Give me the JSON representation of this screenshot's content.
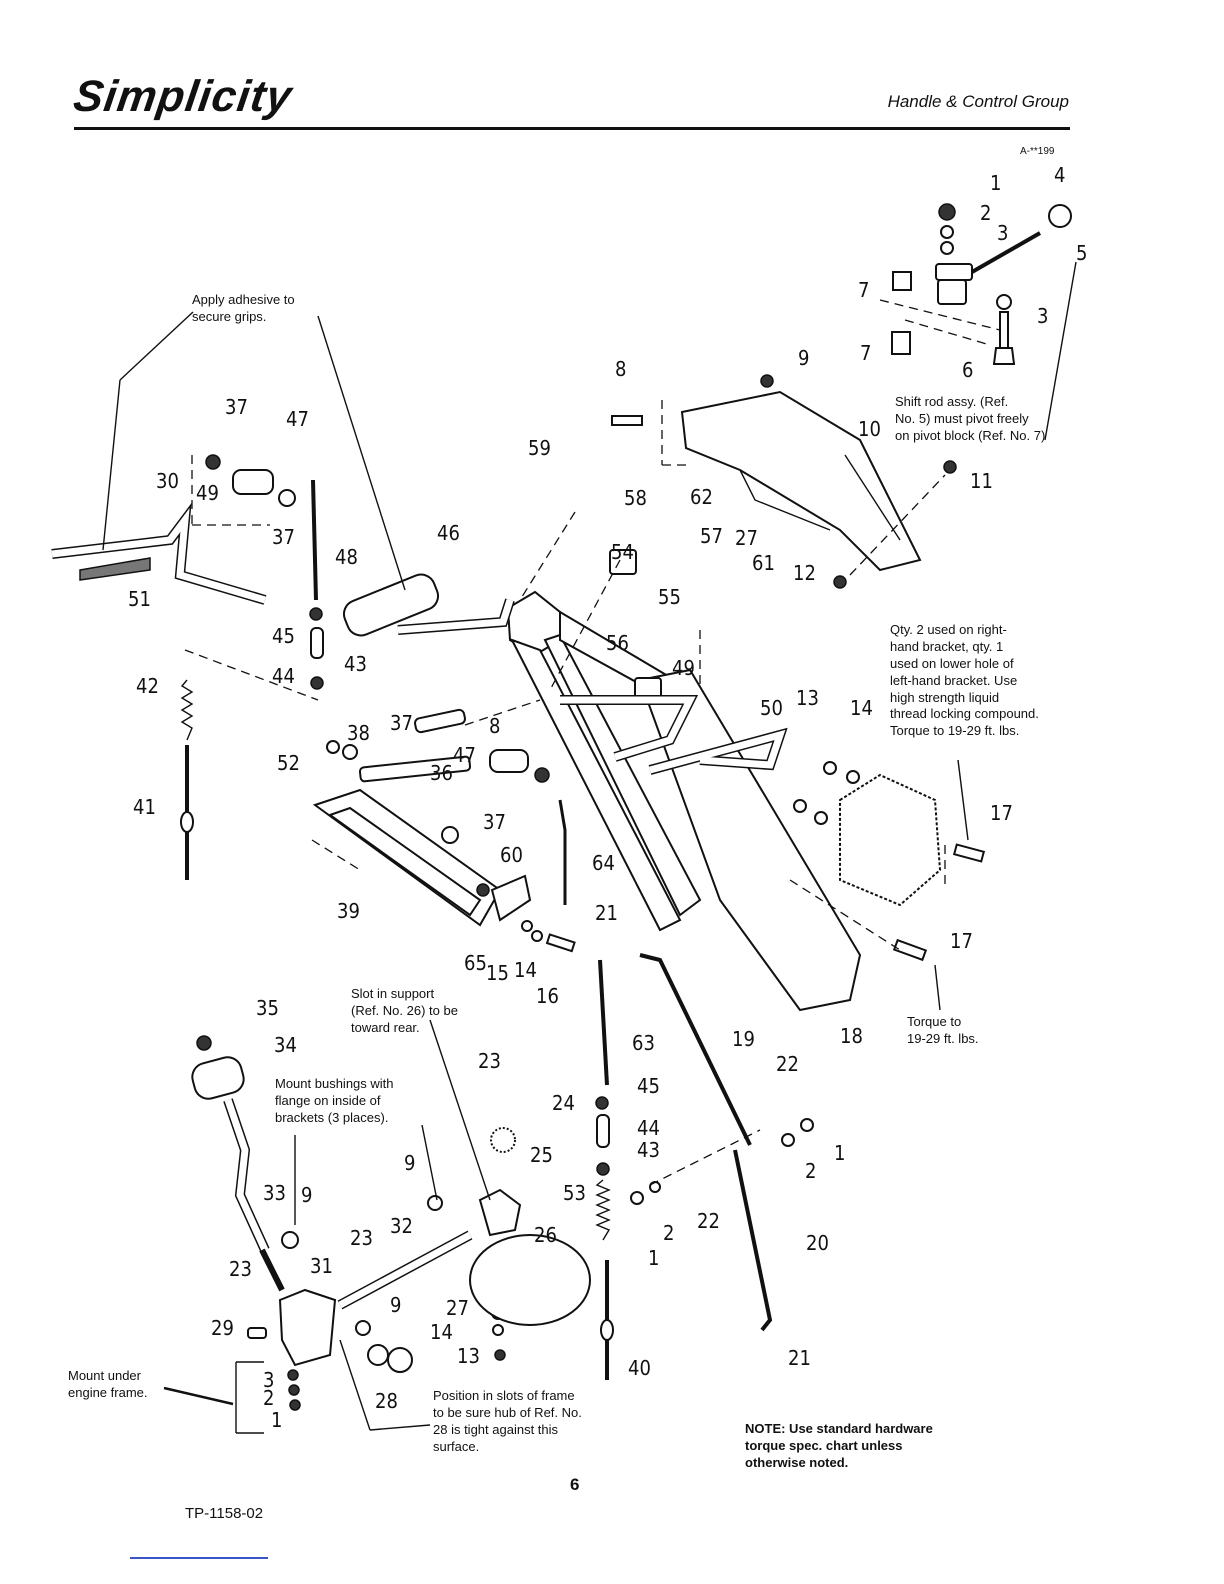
{
  "header": {
    "brand": "Simplicity",
    "section_title": "Handle & Control Group",
    "figure_code": "A-**199"
  },
  "notes": {
    "grips": "Apply adhesive to\nsecure grips.",
    "shift_rod": "Shift rod assy. (Ref.\nNo. 5) must pivot freely\non pivot block (Ref. No. 7)",
    "bracket_qty": "Qty. 2 used on right-\nhand bracket, qty. 1\nused on lower hole of\nleft-hand bracket. Use\nhigh strength liquid\nthread locking compound.\nTorque to 19-29 ft. lbs.",
    "torque": "Torque to\n19-29 ft. lbs.",
    "slot_support": "Slot in support\n(Ref. No. 26) to be\ntoward rear.",
    "bushings": "Mount bushings with\nflange on inside of\nbrackets (3 places).",
    "mount_under": "Mount under\nengine frame.",
    "position_slots": "Position in slots of frame\nto be sure hub of Ref. No.\n28 is tight against this\nsurface.",
    "hardware": "NOTE: Use standard hardware\ntorque spec. chart unless\notherwise noted."
  },
  "callouts": [
    "1",
    "2",
    "3",
    "4",
    "5",
    "7",
    "7",
    "3",
    "6",
    "9",
    "8",
    "10",
    "11",
    "12",
    "59",
    "58",
    "62",
    "57",
    "27",
    "61",
    "54",
    "55",
    "56",
    "49",
    "37",
    "47",
    "30",
    "49",
    "37",
    "48",
    "46",
    "51",
    "45",
    "44",
    "43",
    "42",
    "41",
    "8",
    "50",
    "13",
    "14",
    "17",
    "38",
    "37",
    "52",
    "47",
    "36",
    "37",
    "39",
    "60",
    "64",
    "65",
    "15",
    "14",
    "16",
    "21",
    "17",
    "18",
    "19",
    "63",
    "45",
    "44",
    "43",
    "35",
    "34",
    "23",
    "24",
    "25",
    "22",
    "1",
    "2",
    "22",
    "2",
    "1",
    "9",
    "9",
    "26",
    "53",
    "20",
    "33",
    "23",
    "32",
    "23",
    "31",
    "29",
    "9",
    "27",
    "14",
    "13",
    "40",
    "21",
    "3",
    "2",
    "1",
    "28"
  ],
  "footer": {
    "page_number": "6",
    "doc_id": "TP-1158-02"
  }
}
